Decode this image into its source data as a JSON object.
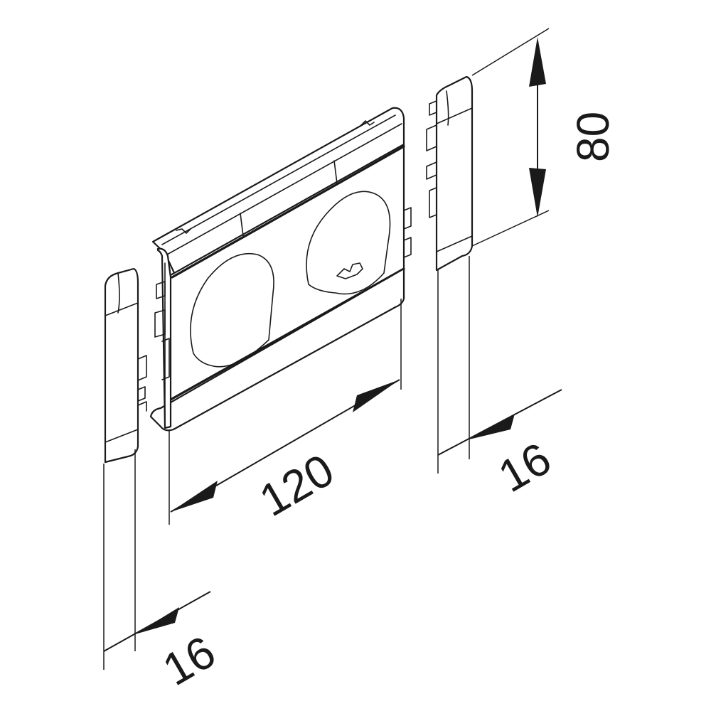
{
  "dimensions": {
    "width_label": "120",
    "height_label": "80",
    "left_cap_label": "16",
    "right_cap_label": "16"
  },
  "colors": {
    "line": "#1a1a1a",
    "background": "#ffffff"
  }
}
